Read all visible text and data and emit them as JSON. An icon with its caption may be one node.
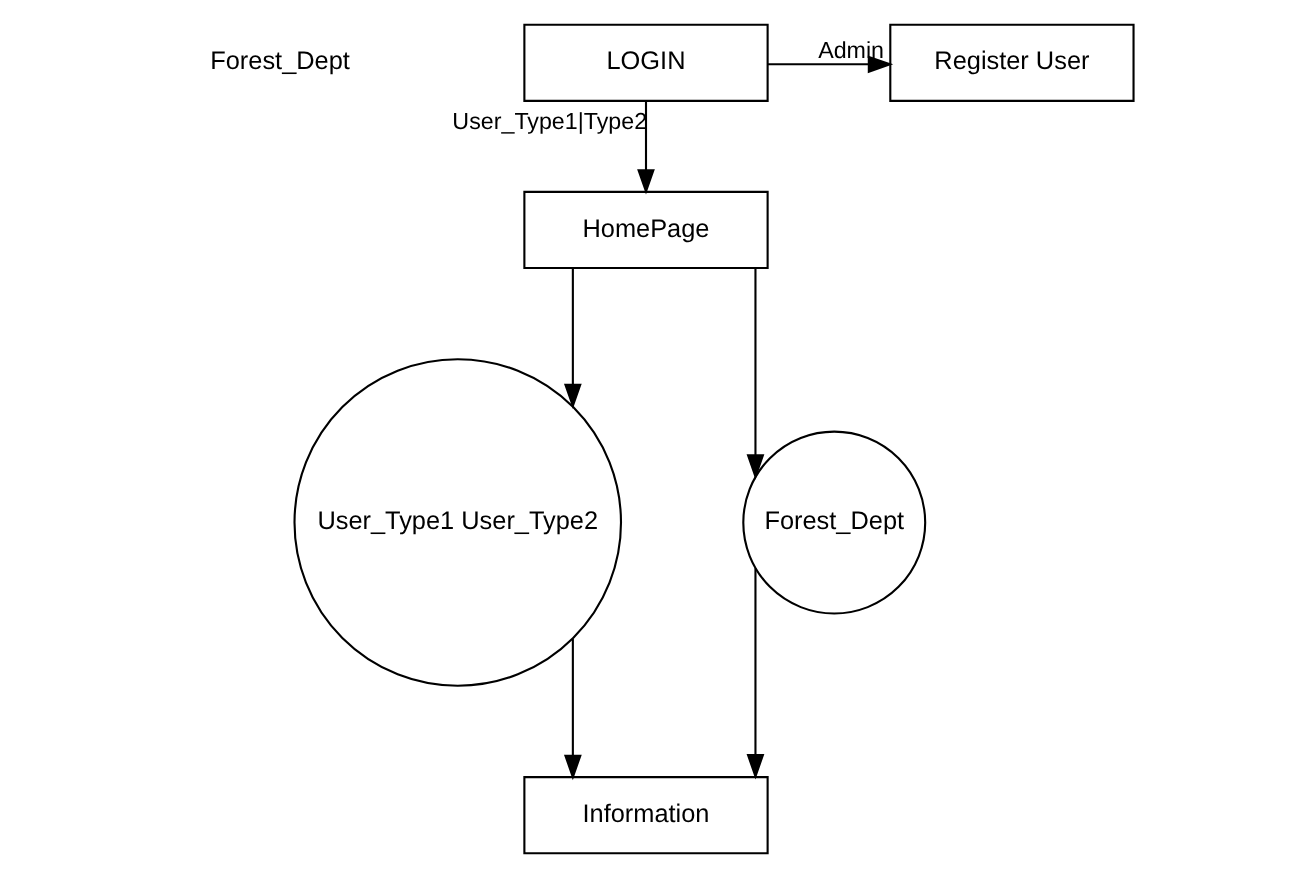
{
  "diagram": {
    "nodes": [
      {
        "text": [
          "LOGIN"
        ]
      },
      {
        "text": [
          "Register User"
        ]
      },
      {
        "text": [
          "HomePage"
        ]
      },
      {
        "text": [
          "User_Type1 User_Type2"
        ]
      },
      {
        "text": [
          "Forest_Dept"
        ]
      },
      {
        "text": [
          "Information"
        ]
      }
    ],
    "edges": [
      {
        "from": 0,
        "to": 1,
        "arrow": "to",
        "label": "Admin"
      },
      {
        "from": 0,
        "to": 2,
        "arrow": "to",
        "label": "User_Type1|Type2"
      },
      {
        "from": 2,
        "to": 3,
        "arrow": "to"
      },
      {
        "from": 2,
        "to": 4,
        "arrow": "to"
      },
      {
        "from": 3,
        "to": 5,
        "arrow": "to"
      },
      {
        "from": 4,
        "to": 5,
        "arrow": "to"
      }
    ],
    "labels": [
      "Forest_Dept"
    ]
  }
}
